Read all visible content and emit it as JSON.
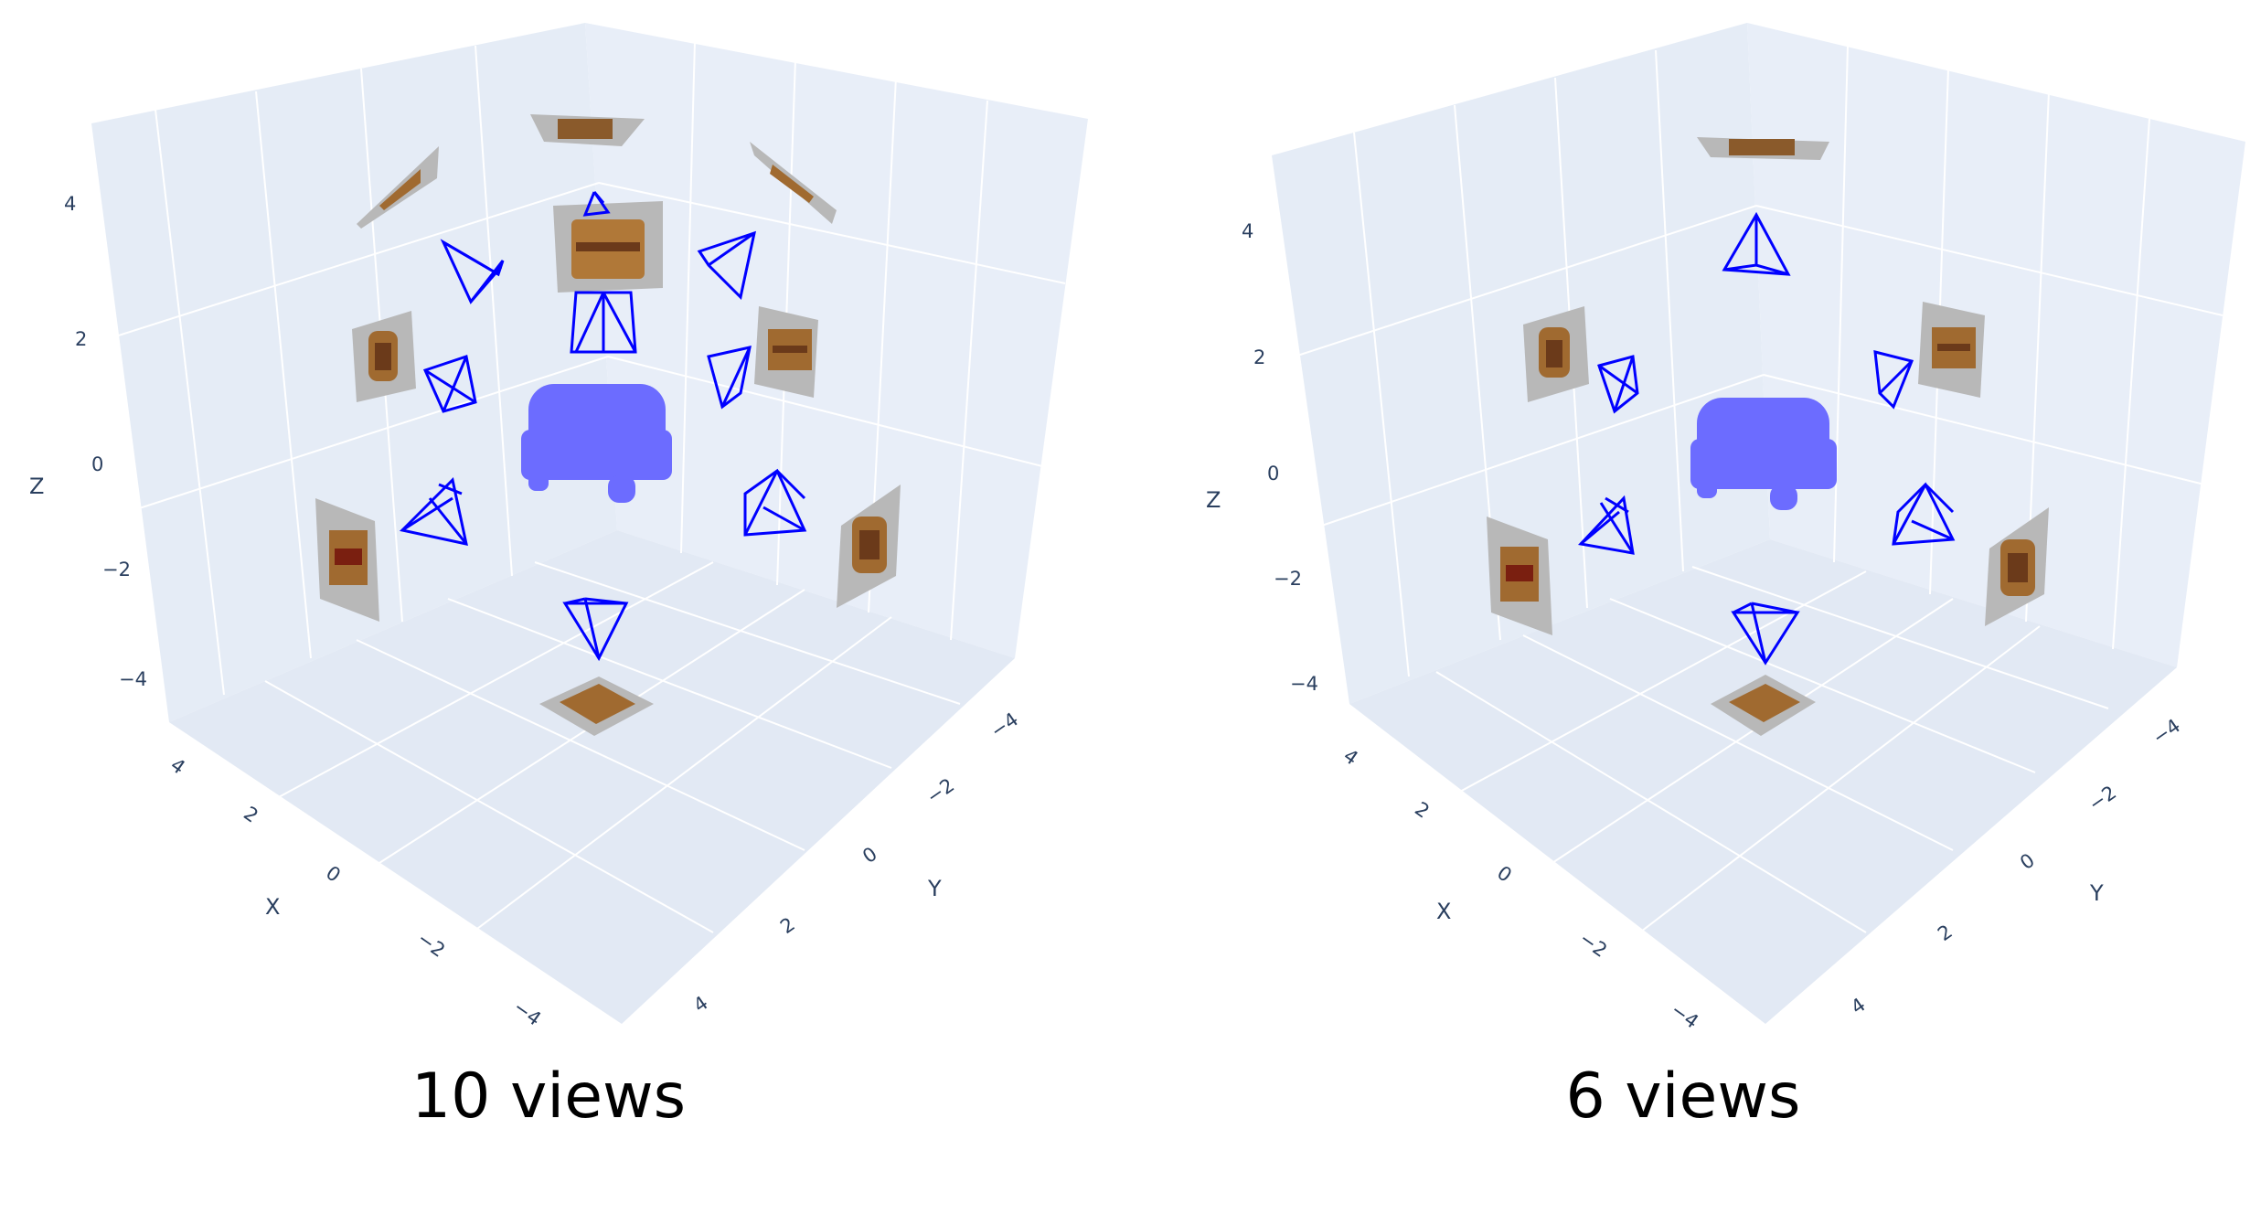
{
  "panels": [
    {
      "caption": "10 views",
      "axes": {
        "x": "X",
        "y": "Y",
        "z": "Z"
      },
      "z_ticks": [
        "4",
        "2",
        "0",
        "−2",
        "−4"
      ],
      "x_ticks": [
        "4",
        "2",
        "0",
        "−2",
        "−4"
      ],
      "y_ticks": [
        "−4",
        "−2",
        "0",
        "2",
        "4"
      ]
    },
    {
      "caption": "6 views",
      "axes": {
        "x": "X",
        "y": "Y",
        "z": "Z"
      },
      "z_ticks": [
        "4",
        "2",
        "0",
        "−2",
        "−4"
      ],
      "x_ticks": [
        "4",
        "2",
        "0",
        "−2",
        "−4"
      ],
      "y_ticks": [
        "−4",
        "−2",
        "0",
        "2",
        "4"
      ]
    }
  ],
  "colors": {
    "pane": "#e5ecf6",
    "camera": "#0000ff",
    "object": "#6c6cff",
    "image_frame": "#b8b8b8"
  }
}
